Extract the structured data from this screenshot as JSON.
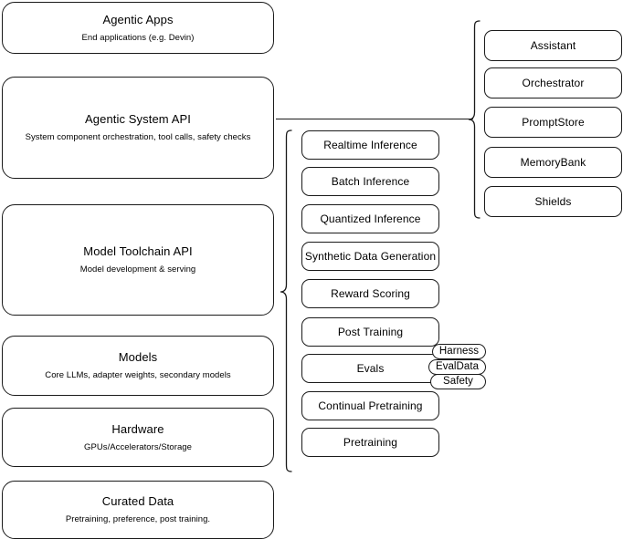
{
  "diagram": {
    "title": "Agentic stack layered architecture",
    "stroke_color": "#1a1a1a",
    "background_color": "#ffffff"
  },
  "layers": [
    {
      "id": "agentic-apps",
      "title": "Agentic Apps",
      "subtitle": "End applications (e.g. Devin)"
    },
    {
      "id": "agentic-system-api",
      "title": "Agentic System API",
      "subtitle": "System component orchestration, tool calls, safety checks"
    },
    {
      "id": "model-toolchain-api",
      "title": "Model Toolchain API",
      "subtitle": "Model development & serving"
    },
    {
      "id": "models",
      "title": "Models",
      "subtitle": "Core LLMs, adapter weights, secondary models"
    },
    {
      "id": "hardware",
      "title": "Hardware",
      "subtitle": "GPUs/Accelerators/Storage"
    },
    {
      "id": "curated-data",
      "title": "Curated Data",
      "subtitle": "Pretraining, preference, post training."
    }
  ],
  "system_components": {
    "owner": "agentic-system-api",
    "items": [
      {
        "id": "assistant",
        "label": "Assistant"
      },
      {
        "id": "orchestrator",
        "label": "Orchestrator"
      },
      {
        "id": "promptstore",
        "label": "PromptStore"
      },
      {
        "id": "memorybank",
        "label": "MemoryBank"
      },
      {
        "id": "shields",
        "label": "Shields"
      }
    ]
  },
  "toolchain_components": {
    "owner": "model-toolchain-api",
    "items": [
      {
        "id": "realtime-inference",
        "label": "Realtime Inference"
      },
      {
        "id": "batch-inference",
        "label": "Batch Inference"
      },
      {
        "id": "quantized-inference",
        "label": "Quantized Inference"
      },
      {
        "id": "synthetic-data-generation",
        "label": "Synthetic Data Generation"
      },
      {
        "id": "reward-scoring",
        "label": "Reward Scoring"
      },
      {
        "id": "post-training",
        "label": "Post Training"
      },
      {
        "id": "evals",
        "label": "Evals"
      },
      {
        "id": "continual-pretraining",
        "label": "Continual Pretraining"
      },
      {
        "id": "pretraining",
        "label": "Pretraining"
      }
    ]
  },
  "evals_tags": {
    "owner": "evals",
    "items": [
      {
        "id": "harness",
        "label": "Harness"
      },
      {
        "id": "evaldata",
        "label": "EvalData"
      },
      {
        "id": "safety",
        "label": "Safety"
      }
    ]
  }
}
